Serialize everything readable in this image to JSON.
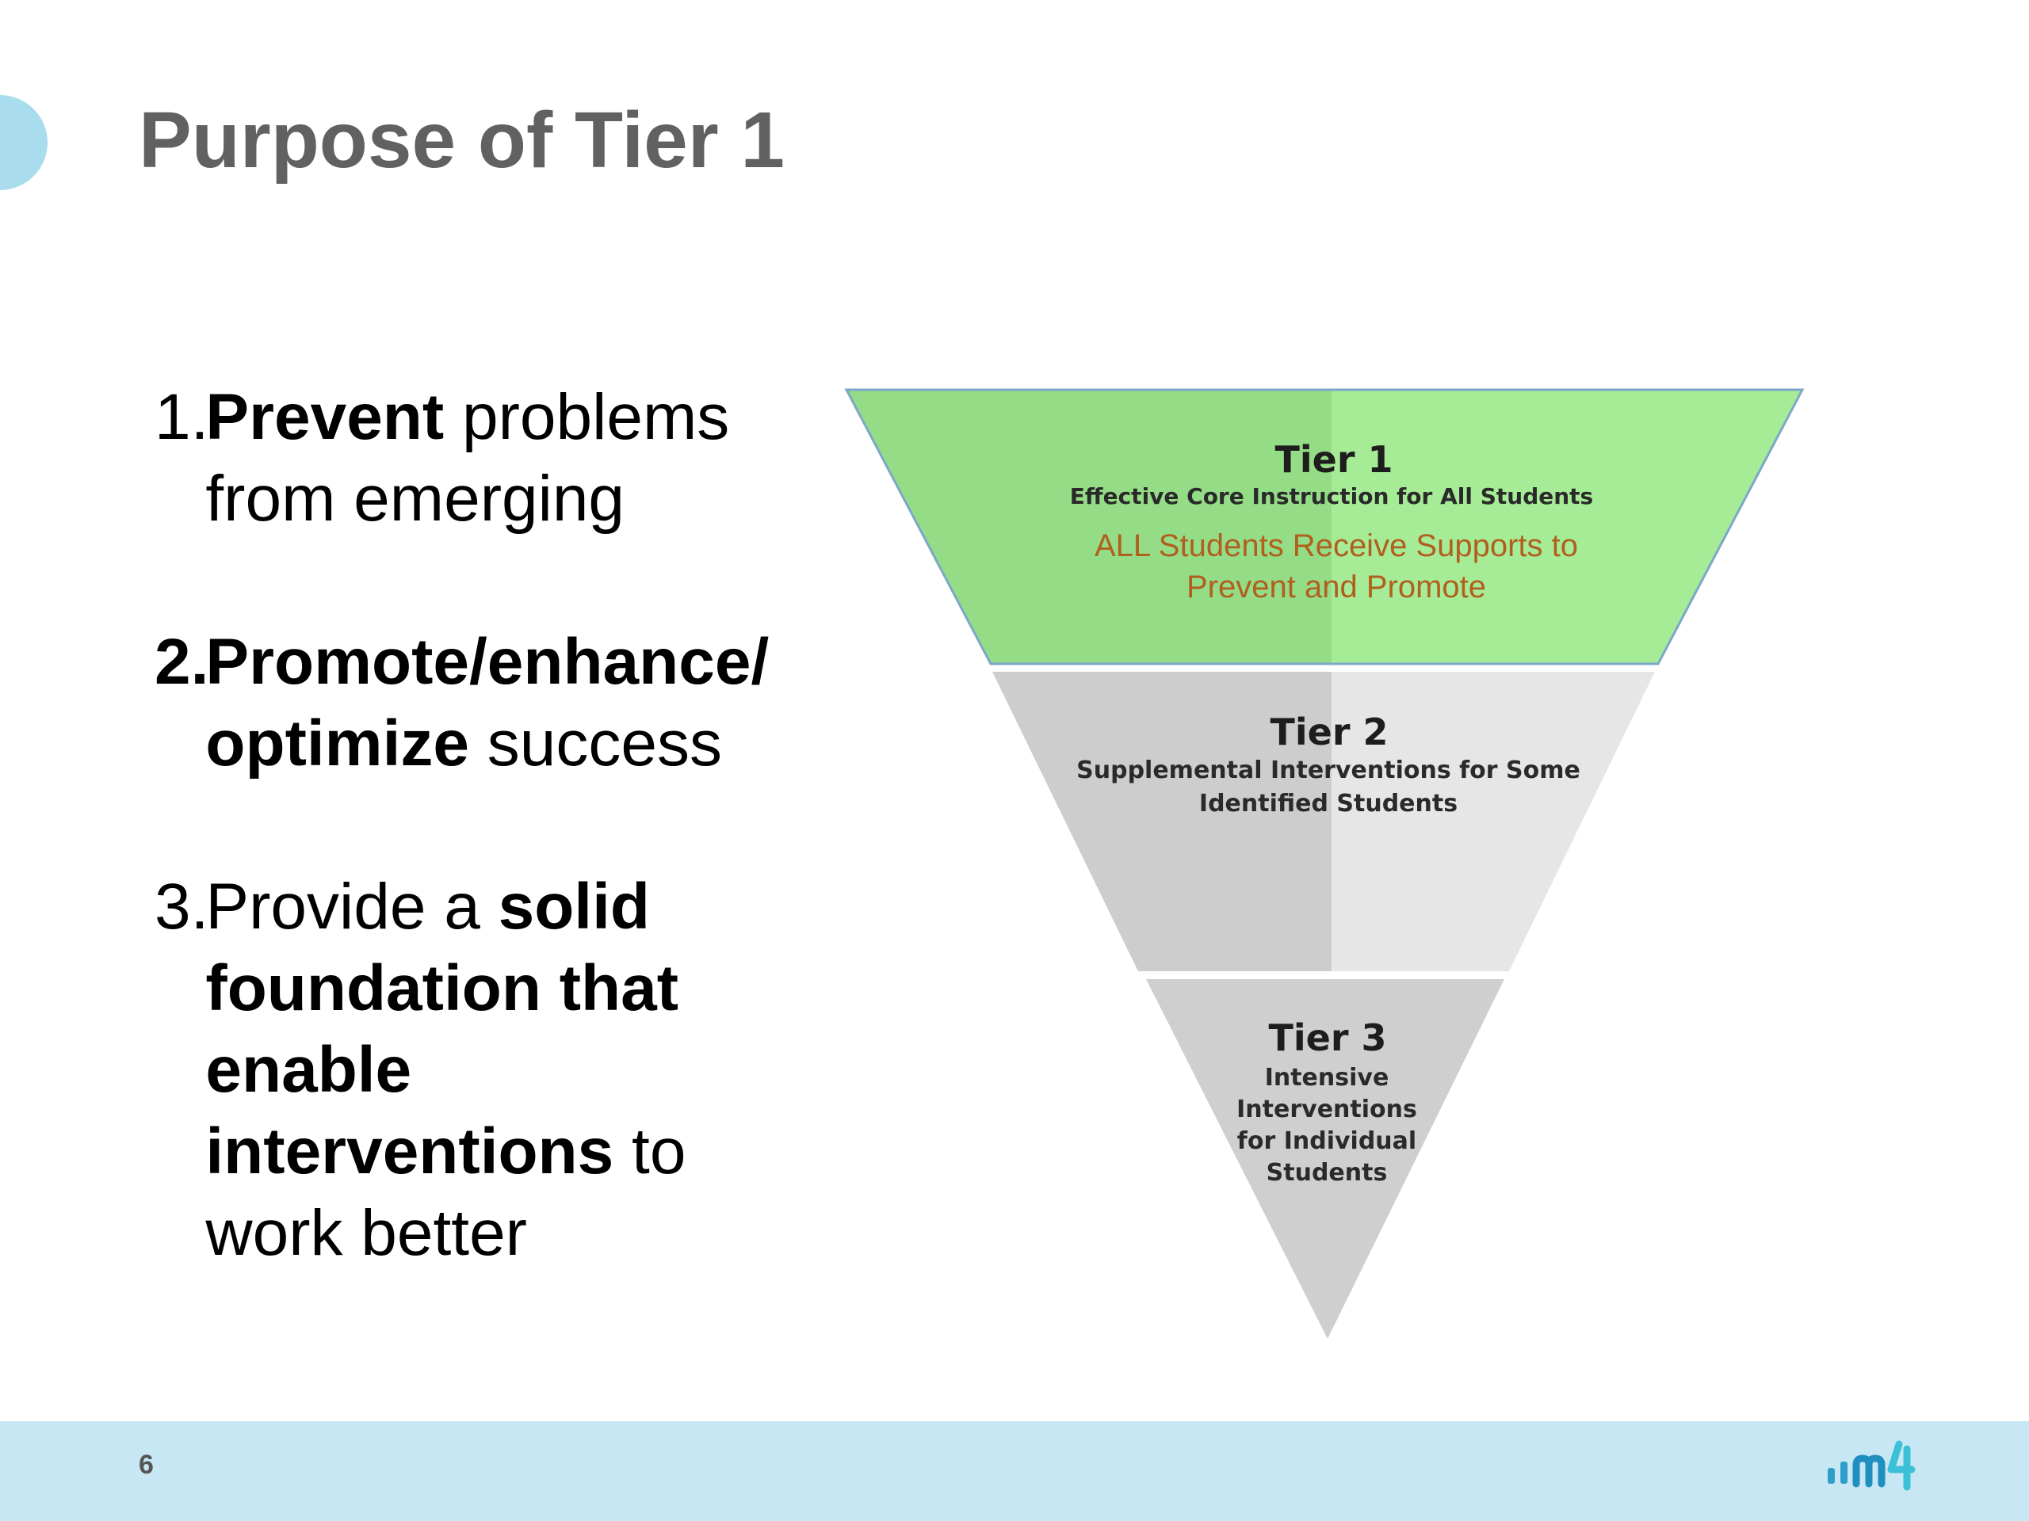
{
  "slide": {
    "title": "Purpose of Tier 1",
    "page_number": "6"
  },
  "points": [
    {
      "num": "1.",
      "bold1": "Prevent",
      "rest1": " problems from emerging"
    },
    {
      "num": "2.",
      "bold1": "Promote/enhance/ optimize",
      "rest1": " success"
    },
    {
      "num": "3.",
      "plain0": "Provide a ",
      "bold1": "solid foundation that enable interventions",
      "rest1": " to work better"
    }
  ],
  "pyramid": {
    "tier1": {
      "title": "Tier 1",
      "subtitle": "Effective Core Instruction for All Students",
      "note_line1": "ALL Students Receive Supports to",
      "note_line2": "Prevent and Promote"
    },
    "tier2": {
      "title": "Tier 2",
      "subtitle_line1": "Supplemental Interventions for Some",
      "subtitle_line2": "Identified Students"
    },
    "tier3": {
      "title": "Tier 3",
      "line1": "Intensive",
      "line2": "Interventions",
      "line3": "for Individual",
      "line4": "Students"
    }
  },
  "colors": {
    "tier1_dark": "#94dd86",
    "tier1_light": "#a6ec96",
    "tier1_note": "#b15f1e",
    "tier_gray_dark": "#cdcdcd",
    "tier_gray_light": "#e6e6e6",
    "footer": "#c6e7f3",
    "accent_dot": "#a9dcec"
  }
}
